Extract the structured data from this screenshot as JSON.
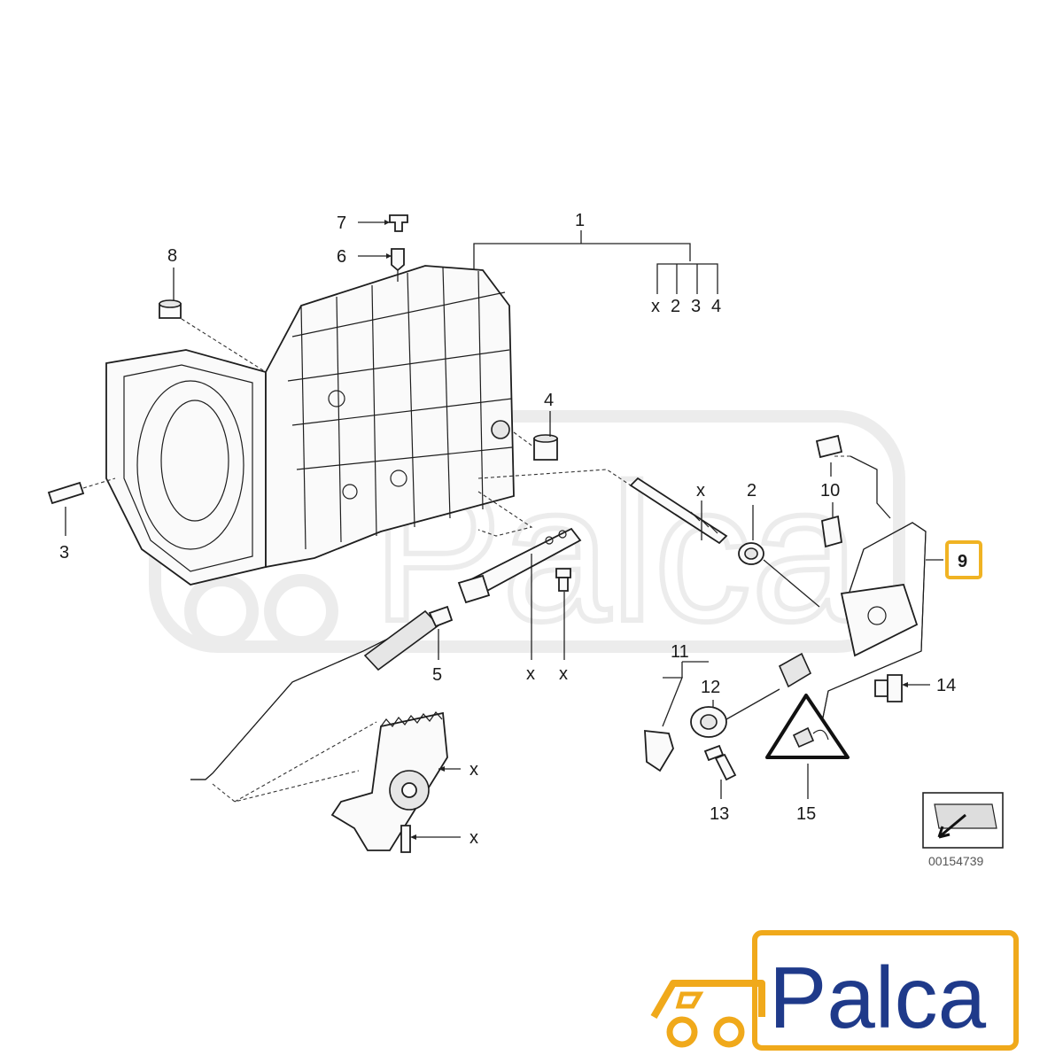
{
  "diagram": {
    "reference_code": "00154739",
    "highlighted_callout": "9",
    "callouts": {
      "c1": "1",
      "c2": "2",
      "c3": "3",
      "c4": "4",
      "c5": "5",
      "c6": "6",
      "c7": "7",
      "c8": "8",
      "c9": "9",
      "c10": "10",
      "c11": "11",
      "c12": "12",
      "c13": "13",
      "c14": "14",
      "c15": "15",
      "sub_x": "x",
      "sub_2": "2",
      "sub_3": "3",
      "sub_4": "4"
    },
    "x_marker": "x"
  },
  "watermark": {
    "text": "Palca"
  },
  "logo": {
    "text": "Palca",
    "accent_color": "#f0a91b",
    "text_color": "#1f3a8a"
  },
  "colors": {
    "highlight_box": "#f0b323"
  }
}
